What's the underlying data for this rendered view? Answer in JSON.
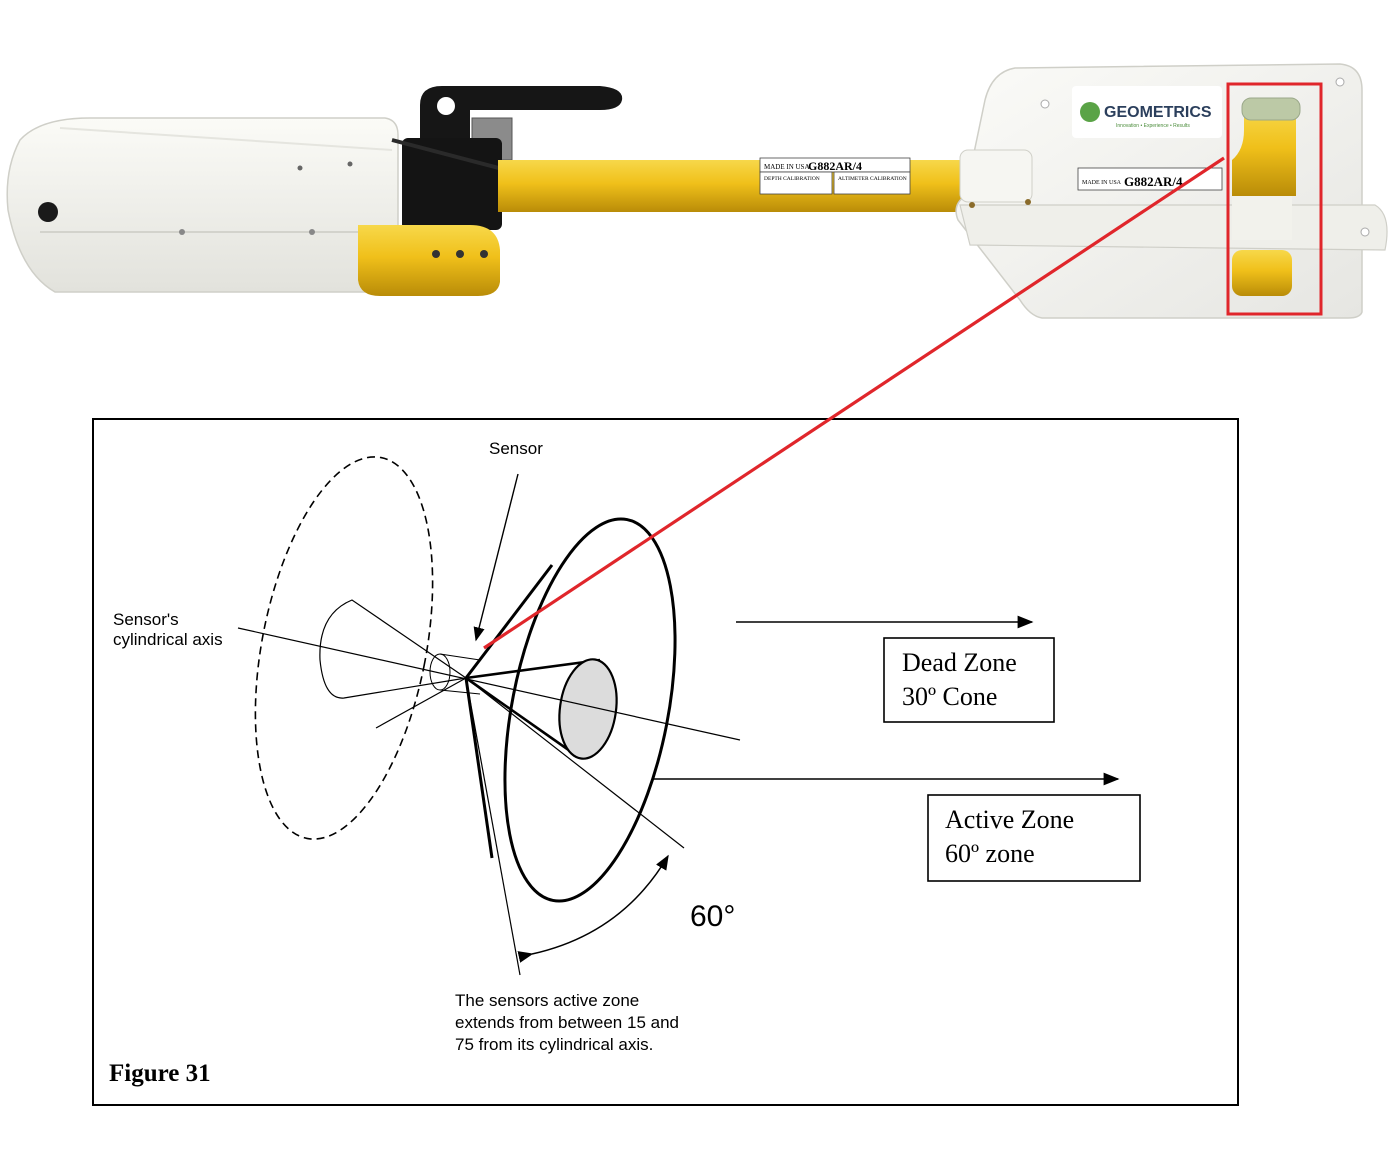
{
  "photo": {
    "brand_logo_text": "GEOMETRICS",
    "brand_tagline": "Innovation • Experience • Results",
    "model_label_front": "G882AR/4",
    "model_label_rear": "G882AR/4",
    "made_in_usa": "MADE IN USA",
    "depth_calibration_label": "DEPTH CALIBRATION",
    "altimeter_calibration_label": "ALTIMETER CALIBRATION",
    "highlight_color": "#e0262b",
    "body_color": "#f2c21c"
  },
  "diagram": {
    "sensor_label": "Sensor",
    "axis_label_line1": "Sensor's",
    "axis_label_line2": "cylindrical axis",
    "dead_zone_line1": "Dead Zone",
    "dead_zone_line2": "30º Cone",
    "active_zone_line1": "Active Zone",
    "active_zone_line2": "60º zone",
    "angle_label": "60°",
    "note_line1": "The sensors active zone",
    "note_line2": "extends from between 15 and",
    "note_line3": "75 from its cylindrical axis.",
    "figure_caption": "Figure 31"
  }
}
